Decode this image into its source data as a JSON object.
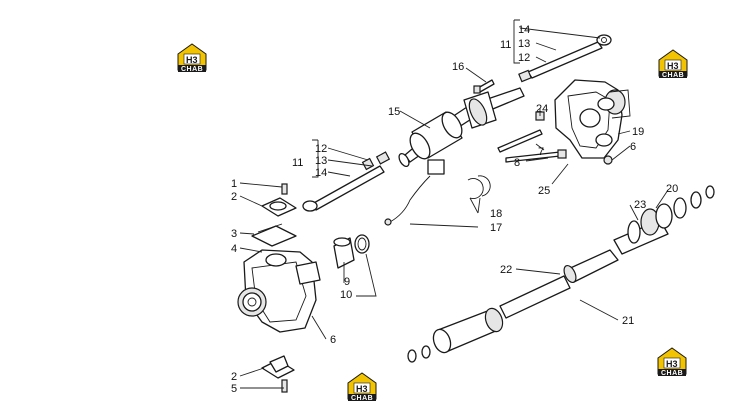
{
  "logo": {
    "mark": "H3",
    "caption": "CHAB",
    "color": "#f2c300",
    "dark": "#1a1a1a"
  },
  "callouts": {
    "n1": "1",
    "n2": "2",
    "n2b": "2",
    "n3": "3",
    "n4": "4",
    "n5": "5",
    "n6": "6",
    "n6b": "6",
    "n7": "7",
    "n8": "8",
    "n9": "9",
    "n10": "10",
    "n11": "11",
    "n11b": "11",
    "n12": "12",
    "n12b": "12",
    "n13": "13",
    "n13b": "13",
    "n14": "14",
    "n14b": "14",
    "n15": "15",
    "n16": "16",
    "n17": "17",
    "n18": "18",
    "n19": "19",
    "n20": "20",
    "n21": "21",
    "n22": "22",
    "n23": "23",
    "n24": "24",
    "n25": "25"
  }
}
